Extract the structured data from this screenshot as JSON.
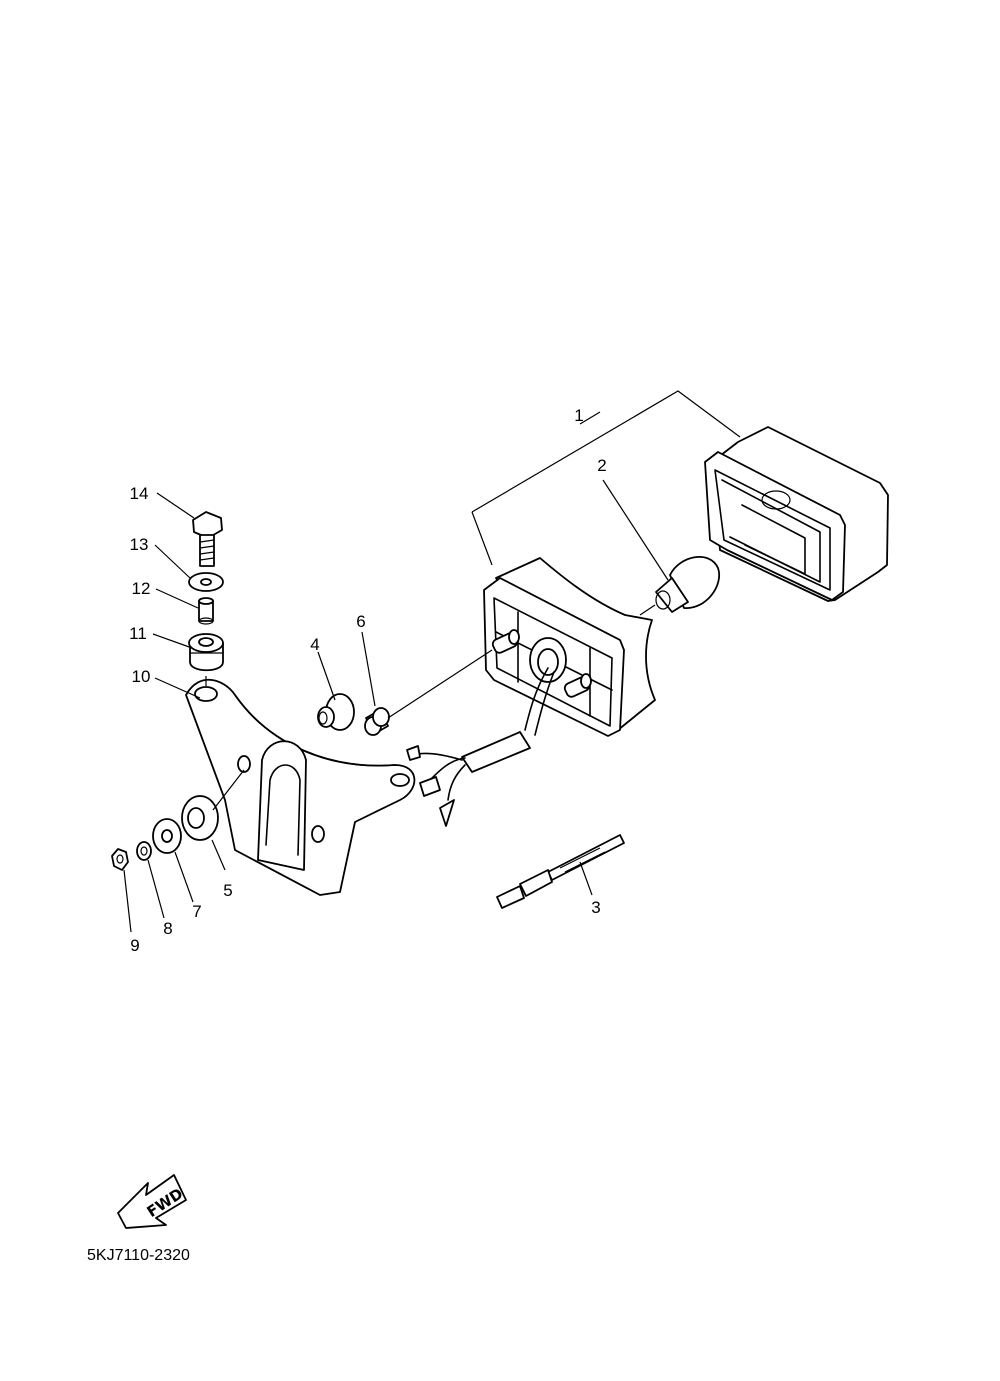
{
  "callouts": [
    {
      "id": "1",
      "label": "1"
    },
    {
      "id": "2",
      "label": "2"
    },
    {
      "id": "3",
      "label": "3"
    },
    {
      "id": "4",
      "label": "4"
    },
    {
      "id": "5",
      "label": "5"
    },
    {
      "id": "6",
      "label": "6"
    },
    {
      "id": "7",
      "label": "7"
    },
    {
      "id": "8",
      "label": "8"
    },
    {
      "id": "9",
      "label": "9"
    },
    {
      "id": "10",
      "label": "10"
    },
    {
      "id": "11",
      "label": "11"
    },
    {
      "id": "12",
      "label": "12"
    },
    {
      "id": "13",
      "label": "13"
    },
    {
      "id": "14",
      "label": "14"
    }
  ],
  "fwd_label": "FWD",
  "diagram_code": "5KJ7110-2320"
}
